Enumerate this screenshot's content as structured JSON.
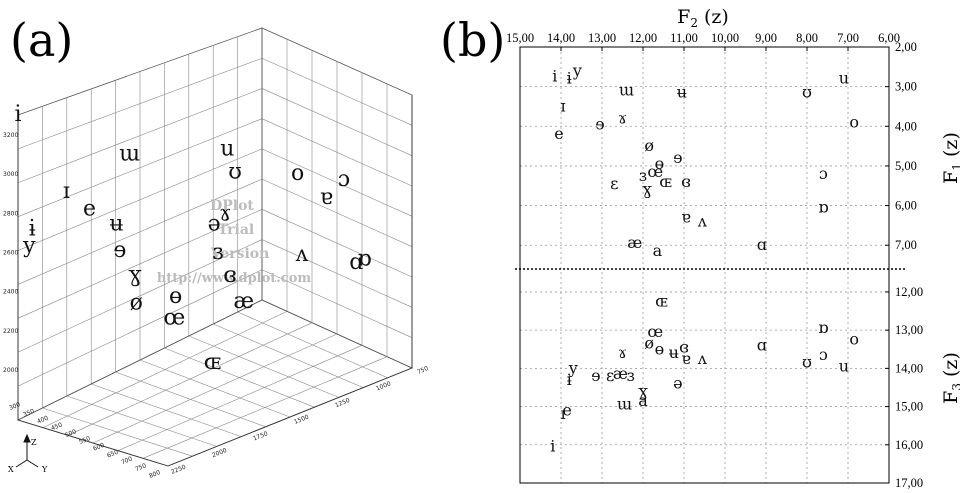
{
  "panel_a": {
    "label": "(a)",
    "watermark": [
      "DPlot",
      "Trial",
      "Version",
      "http://www.dplot.com"
    ],
    "axis_letters": {
      "z": "Z",
      "x": "X",
      "y": "Y"
    },
    "z_ticks": [
      "3200",
      "3000",
      "2800",
      "2600",
      "2400",
      "2200",
      "2000"
    ],
    "f1_ticks": [
      "300",
      "350",
      "400",
      "450",
      "500",
      "550",
      "600",
      "650",
      "700",
      "750",
      "800"
    ],
    "f2_ticks": [
      "2250",
      "2000",
      "1750",
      "1500",
      "1250",
      "1000",
      "750"
    ]
  },
  "panel_b": {
    "label": "(b)",
    "top_axis_title": "F",
    "top_axis_sub": "2",
    "top_axis_unit": " (z)",
    "f1_title": "F",
    "f1_sub": "1",
    "f1_unit": " (z)",
    "f3_title": "F",
    "f3_sub": "3",
    "f3_unit": " (z)"
  },
  "chart_data": [
    {
      "type": "scatter",
      "title": "",
      "description_label": "(a)",
      "dimensions": [
        "F1",
        "F2",
        "F3"
      ],
      "f1_range": [
        300,
        800
      ],
      "f2_range": [
        2250,
        750
      ],
      "f3_range": [
        1800,
        3300
      ],
      "points": [
        {
          "label": "i",
          "f1": 300,
          "f2": 2250,
          "f3": 3270
        },
        {
          "label": "ɪ",
          "f1": 380,
          "f2": 2100,
          "f3": 2880
        },
        {
          "label": "ɯ",
          "f1": 320,
          "f2": 1600,
          "f3": 2880
        },
        {
          "label": "e",
          "f1": 430,
          "f2": 2050,
          "f3": 2800
        },
        {
          "label": "ɨ",
          "f1": 320,
          "f2": 2200,
          "f3": 2700
        },
        {
          "label": "y",
          "f1": 300,
          "f2": 2180,
          "f3": 2600
        },
        {
          "label": "ɘ",
          "f1": 450,
          "f2": 1900,
          "f3": 2550
        },
        {
          "label": "ʉ",
          "f1": 330,
          "f2": 1700,
          "f3": 2560
        },
        {
          "label": "ɣ",
          "f1": 500,
          "f2": 1900,
          "f3": 2450
        },
        {
          "label": "u",
          "f1": 320,
          "f2": 1000,
          "f3": 2700
        },
        {
          "label": "ʊ",
          "f1": 400,
          "f2": 1100,
          "f3": 2650
        },
        {
          "label": "ɤ",
          "f1": 530,
          "f2": 1400,
          "f3": 2600
        },
        {
          "label": "ə",
          "f1": 520,
          "f2": 1450,
          "f3": 2560
        },
        {
          "label": "ɜ",
          "f1": 560,
          "f2": 1500,
          "f3": 2450
        },
        {
          "label": "ɐ",
          "f1": 650,
          "f2": 1000,
          "f3": 2600
        },
        {
          "label": "o",
          "f1": 500,
          "f2": 900,
          "f3": 2620
        },
        {
          "label": "ɔ",
          "f1": 600,
          "f2": 800,
          "f3": 2600
        },
        {
          "label": "ø",
          "f1": 450,
          "f2": 1800,
          "f3": 2250
        },
        {
          "label": "ɵ",
          "f1": 500,
          "f2": 1650,
          "f3": 2250
        },
        {
          "label": "ɞ",
          "f1": 600,
          "f2": 1500,
          "f3": 2350
        },
        {
          "label": "æ",
          "f1": 700,
          "f2": 1600,
          "f3": 2300
        },
        {
          "label": "ʌ",
          "f1": 650,
          "f2": 1150,
          "f3": 2350
        },
        {
          "label": "œ",
          "f1": 550,
          "f2": 1750,
          "f3": 2200
        },
        {
          "label": "ɶ",
          "f1": 650,
          "f2": 1700,
          "f3": 2000
        },
        {
          "label": "ɑ",
          "f1": 750,
          "f2": 1000,
          "f3": 2300
        },
        {
          "label": "ɒ",
          "f1": 750,
          "f2": 950,
          "f3": 2300
        }
      ]
    },
    {
      "type": "scatter",
      "title": "",
      "description_label": "(b) upper",
      "xlabel": "F2 (z)",
      "ylabel": "F1 (z)",
      "xlim": [
        15.0,
        6.0
      ],
      "ylim": [
        2.0,
        7.6
      ],
      "x_ticks": [
        "15,00",
        "14,00",
        "13,00",
        "12,00",
        "11,00",
        "10,00",
        "9,00",
        "8,00",
        "7,00",
        "6,00"
      ],
      "y_ticks": [
        "2,00",
        "3,00",
        "4,00",
        "5,00",
        "6,00",
        "7,00"
      ],
      "points": [
        {
          "label": "i",
          "x": 14.15,
          "y": 2.75
        },
        {
          "label": "ɨ",
          "x": 13.8,
          "y": 2.8
        },
        {
          "label": "y",
          "x": 13.6,
          "y": 2.6
        },
        {
          "label": "ɯ",
          "x": 12.4,
          "y": 3.1
        },
        {
          "label": "ʉ",
          "x": 11.05,
          "y": 3.15
        },
        {
          "label": "ʊ",
          "x": 8.0,
          "y": 3.15
        },
        {
          "label": "u",
          "x": 7.1,
          "y": 2.8
        },
        {
          "label": "ɪ",
          "x": 13.95,
          "y": 3.5
        },
        {
          "label": "ɤ",
          "x": 12.5,
          "y": 3.8
        },
        {
          "label": "ɘ",
          "x": 13.05,
          "y": 3.95
        },
        {
          "label": "e",
          "x": 14.05,
          "y": 4.2
        },
        {
          "label": "o",
          "x": 6.85,
          "y": 3.9
        },
        {
          "label": "ø",
          "x": 11.85,
          "y": 4.5
        },
        {
          "label": "ɵ",
          "x": 11.6,
          "y": 4.95
        },
        {
          "label": "ɘ",
          "x": 11.15,
          "y": 4.8
        },
        {
          "label": "ɜ",
          "x": 12.0,
          "y": 5.25
        },
        {
          "label": "œ",
          "x": 11.7,
          "y": 5.15
        },
        {
          "label": "ε",
          "x": 12.7,
          "y": 5.45
        },
        {
          "label": "ɣ",
          "x": 11.9,
          "y": 5.6
        },
        {
          "label": "ɶ",
          "x": 11.45,
          "y": 5.4
        },
        {
          "label": "ɞ",
          "x": 10.95,
          "y": 5.4
        },
        {
          "label": "ɔ",
          "x": 7.6,
          "y": 5.2
        },
        {
          "label": "ɒ",
          "x": 7.6,
          "y": 6.05
        },
        {
          "label": "ɐ",
          "x": 10.95,
          "y": 6.3
        },
        {
          "label": "ʌ",
          "x": 10.55,
          "y": 6.4
        },
        {
          "label": "æ",
          "x": 12.2,
          "y": 6.95
        },
        {
          "label": "a",
          "x": 11.65,
          "y": 7.15
        },
        {
          "label": "ɑ",
          "x": 9.1,
          "y": 7.0
        }
      ]
    },
    {
      "type": "scatter",
      "title": "",
      "description_label": "(b) lower",
      "xlabel": "F2 (z)",
      "ylabel": "F3 (z)",
      "xlim": [
        15.0,
        6.0
      ],
      "ylim": [
        11.4,
        17.0
      ],
      "y_ticks": [
        "12,00",
        "13,00",
        "14,00",
        "15,00",
        "16,00",
        "17,00"
      ],
      "points": [
        {
          "label": "ɶ",
          "x": 11.55,
          "y": 12.25
        },
        {
          "label": "ɒ",
          "x": 7.6,
          "y": 12.95
        },
        {
          "label": "o",
          "x": 6.85,
          "y": 13.25
        },
        {
          "label": "œ",
          "x": 11.7,
          "y": 13.05
        },
        {
          "label": "ø",
          "x": 11.85,
          "y": 13.35
        },
        {
          "label": "ɵ",
          "x": 11.6,
          "y": 13.5
        },
        {
          "label": "ʉ",
          "x": 11.25,
          "y": 13.6
        },
        {
          "label": "ɞ",
          "x": 11.0,
          "y": 13.45
        },
        {
          "label": "ɐ",
          "x": 10.95,
          "y": 13.75
        },
        {
          "label": "ʌ",
          "x": 10.55,
          "y": 13.75
        },
        {
          "label": "ɑ",
          "x": 9.1,
          "y": 13.4
        },
        {
          "label": "ʊ",
          "x": 8.0,
          "y": 13.85
        },
        {
          "label": "ɔ",
          "x": 7.6,
          "y": 13.65
        },
        {
          "label": "u",
          "x": 7.1,
          "y": 13.95
        },
        {
          "label": "ɤ",
          "x": 12.5,
          "y": 13.6
        },
        {
          "label": "y",
          "x": 13.7,
          "y": 14.0
        },
        {
          "label": "ɨ",
          "x": 13.8,
          "y": 14.3
        },
        {
          "label": "ɘ",
          "x": 13.15,
          "y": 14.2
        },
        {
          "label": "ε",
          "x": 12.8,
          "y": 14.2
        },
        {
          "label": "æ",
          "x": 12.55,
          "y": 14.15
        },
        {
          "label": "ɜ",
          "x": 12.3,
          "y": 14.2
        },
        {
          "label": "ə",
          "x": 11.15,
          "y": 14.4
        },
        {
          "label": "ɣ",
          "x": 12.0,
          "y": 14.6
        },
        {
          "label": "a",
          "x": 12.0,
          "y": 14.85
        },
        {
          "label": "ɯ",
          "x": 12.45,
          "y": 14.95
        },
        {
          "label": "e",
          "x": 13.85,
          "y": 15.1
        },
        {
          "label": "ɪ",
          "x": 13.95,
          "y": 15.2
        },
        {
          "label": "i",
          "x": 14.2,
          "y": 16.05
        }
      ]
    }
  ]
}
